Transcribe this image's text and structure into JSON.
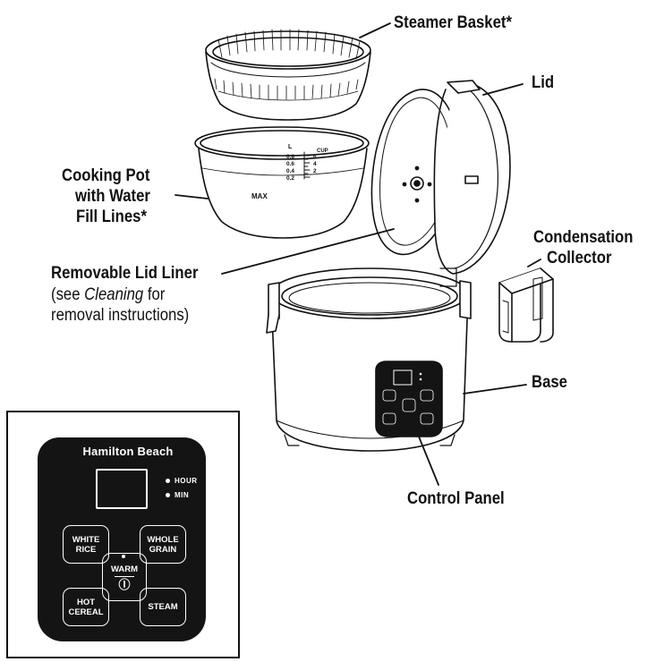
{
  "labels": {
    "steamer_basket": "Steamer Basket*",
    "lid": "Lid",
    "cooking_pot": [
      "Cooking Pot",
      "with Water",
      "Fill Lines*"
    ],
    "condensation_collector": [
      "Condensation",
      "Collector"
    ],
    "removable_lid_liner": "Removable Lid Liner",
    "liner_note_prefix": "(see ",
    "liner_note_italic": "Cleaning",
    "liner_note_suffix": " for",
    "liner_note_line2": "removal instructions)",
    "base": "Base",
    "control_panel": "Control Panel"
  },
  "pot_scale": {
    "unit_left": "L",
    "unit_right": "CUP",
    "left_ticks": [
      "0.8",
      "0.6",
      "0.4",
      "0.2"
    ],
    "right_ticks": [
      "6",
      "4",
      "2"
    ],
    "max_mark": "MAX"
  },
  "panel": {
    "brand": "Hamilton Beach",
    "indicators": [
      "HOUR",
      "MIN"
    ],
    "buttons": {
      "white_rice": "WHITE\nRICE",
      "whole_grain": "WHOLE\nGRAIN",
      "warm": "WARM",
      "power_symbol": "Ⓘ",
      "hot_cereal": "HOT\nCEREAL",
      "steam": "STEAM"
    }
  },
  "colors": {
    "line": "#111111",
    "panel": "#141414",
    "panel_text": "#ffffff"
  }
}
